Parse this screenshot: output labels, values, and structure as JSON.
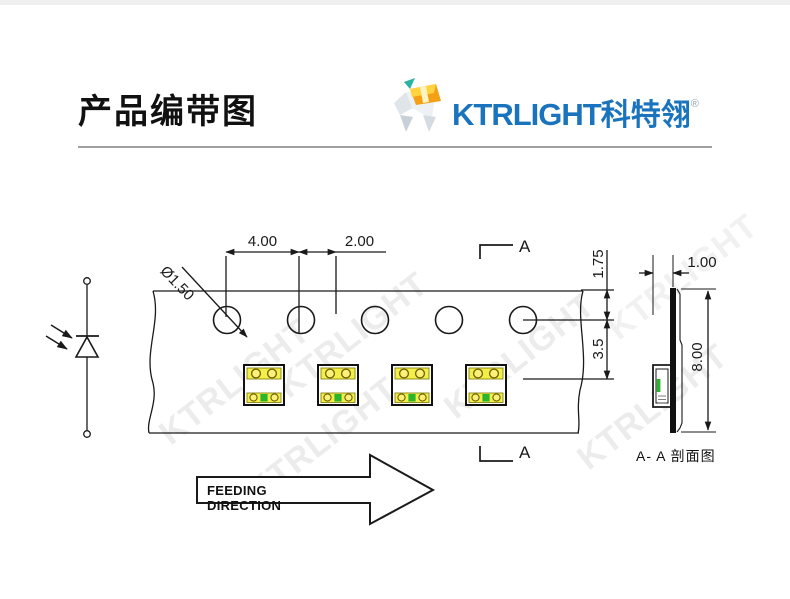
{
  "page": {
    "title": "产品编带图"
  },
  "logo": {
    "brand": "KTRLIGHT",
    "brand_cn": "科特翎",
    "registered": "®",
    "icon": "origami-animal-with-package-icon",
    "brand_color": "#1a74bd"
  },
  "watermark": {
    "text": "KTRLIGHT"
  },
  "drawing": {
    "dimensions": {
      "hole_pitch": "4.00",
      "hole_to_pocket_offset": "2.00",
      "sprocket_hole_diameter": "Ø1.50",
      "edge_to_hole_center": "1.75",
      "hole_center_to_pocket_center": "3.5",
      "tape_thickness": "1.00",
      "tape_width": "8.00"
    },
    "section": {
      "mark_top": "A",
      "mark_bottom": "A",
      "caption": "A- A 剖面图"
    },
    "feeding_direction_label": "FEEDING DIRECTION",
    "colors": {
      "line": "#1a1a1a",
      "led_pad_yellow": "#f3ef48",
      "led_chip_green": "#2cb52c"
    }
  }
}
